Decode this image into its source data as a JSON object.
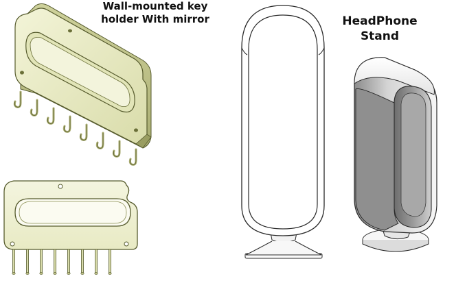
{
  "captions": {
    "key_holder": "Wall-mounted key holder With mirror",
    "headphone_stand": "HeadPhone Stand"
  },
  "colors": {
    "background": "#ffffff",
    "key_holder_face": "#eceecb",
    "key_holder_side": "#c9cc95",
    "key_holder_dark": "#a7aa6e",
    "key_holder_outline": "#555a2c",
    "stand_gray_light": "#f2f2f2",
    "stand_gray_mid": "#b8b8b8",
    "stand_gray_dark": "#7b7b7b",
    "line": "#2a2a2a"
  },
  "views": {
    "key_holder_iso": "key-holder-isometric-view",
    "key_holder_front": "key-holder-front-view",
    "stand_front": "headphone-stand-front-view",
    "stand_iso": "headphone-stand-isometric-view"
  },
  "hooks": {
    "iso_count": 8,
    "front_count": 8
  }
}
